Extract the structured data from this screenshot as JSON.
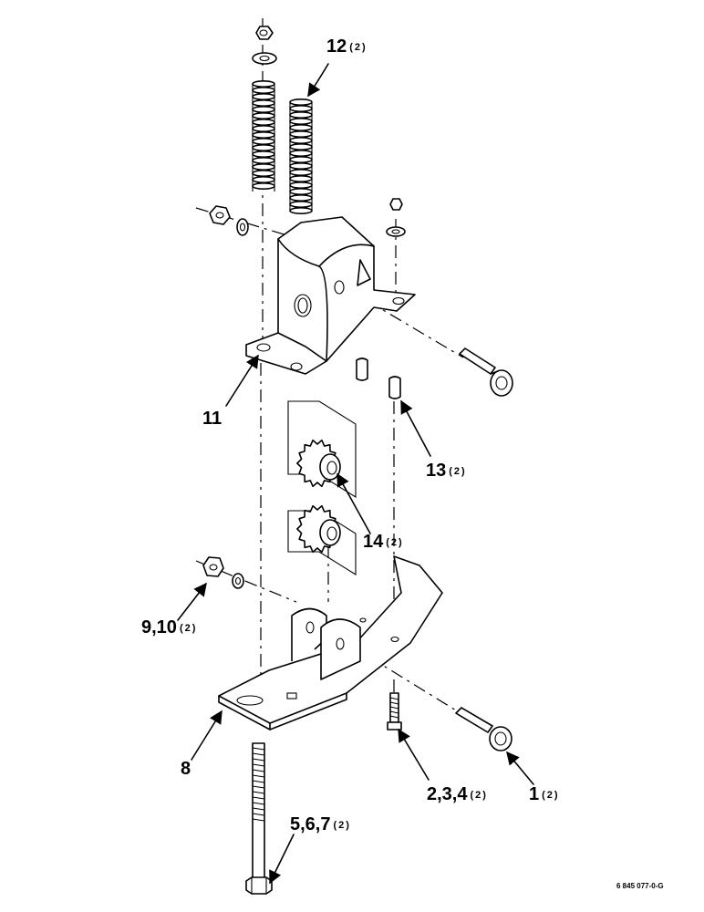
{
  "callouts": [
    {
      "id": "c12",
      "number": "12",
      "qty": "(2)"
    },
    {
      "id": "c11",
      "number": "11",
      "qty": ""
    },
    {
      "id": "c13",
      "number": "13",
      "qty": "(2)"
    },
    {
      "id": "c14",
      "number": "14",
      "qty": "(2)"
    },
    {
      "id": "c910",
      "number": "9,10",
      "qty": "(2)"
    },
    {
      "id": "c8",
      "number": "8",
      "qty": ""
    },
    {
      "id": "c234",
      "number": "2,3,4",
      "qty": "(2)"
    },
    {
      "id": "c1",
      "number": "1",
      "qty": "(2)"
    },
    {
      "id": "c567",
      "number": "5,6,7",
      "qty": "(2)"
    }
  ],
  "figure_id": "6 845 077-0-G"
}
